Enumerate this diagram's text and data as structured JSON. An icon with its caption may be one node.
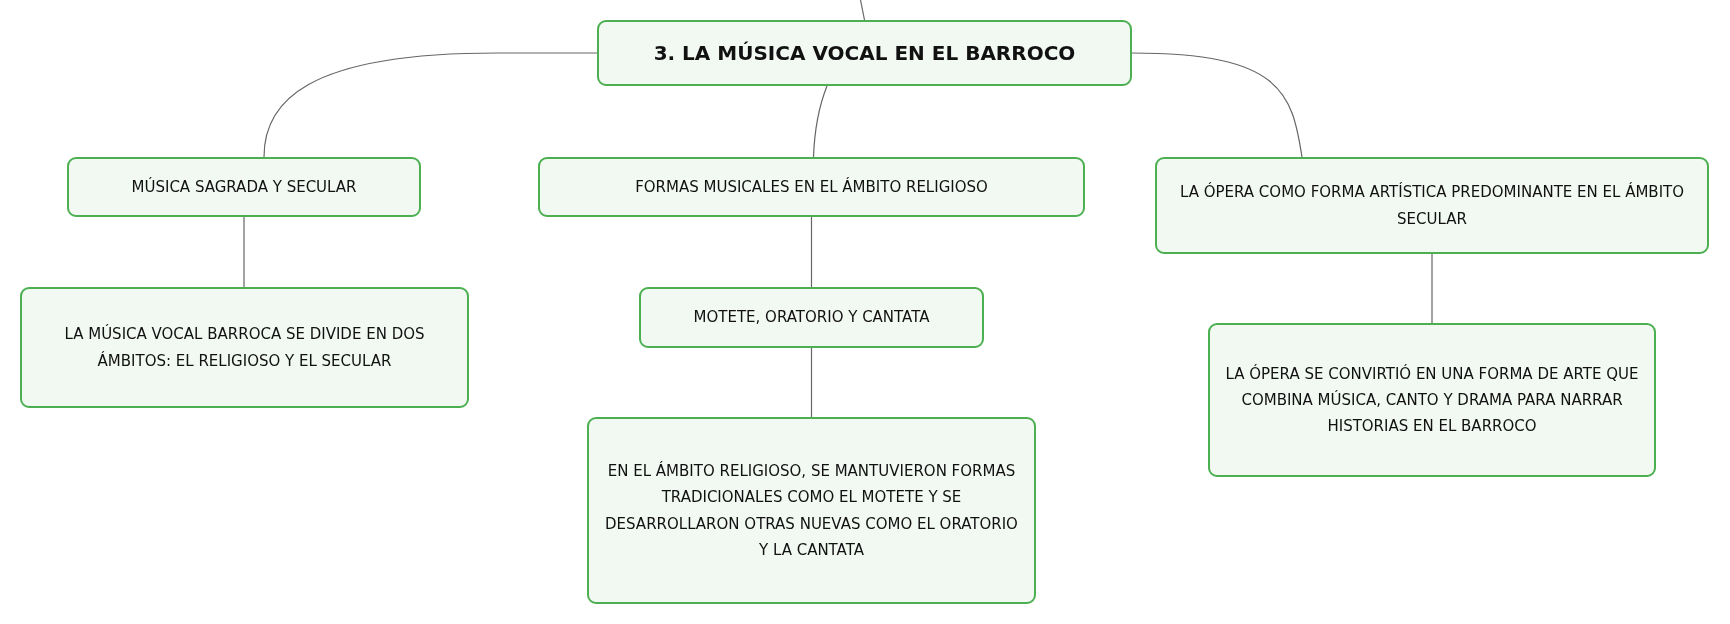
{
  "diagram": {
    "nodes": [
      {
        "text": [
          "3. LA MÚSICA VOCAL EN EL BARROCO"
        ]
      },
      {
        "text": [
          "MÚSICA SAGRADA Y SECULAR"
        ]
      },
      {
        "text": [
          "FORMAS MUSICALES EN EL ÁMBITO RELIGIOSO"
        ]
      },
      {
        "text": [
          "LA ÓPERA COMO FORMA ARTÍSTICA PREDOMINANTE EN EL ÁMBITO SECULAR"
        ]
      },
      {
        "text": [
          "LA MÚSICA VOCAL BARROCA SE DIVIDE EN DOS ÁMBITOS: EL RELIGIOSO Y EL SECULAR"
        ]
      },
      {
        "text": [
          "MOTETE, ORATORIO Y CANTATA"
        ]
      },
      {
        "text": [
          "EN EL ÁMBITO RELIGIOSO, SE MANTUVIERON FORMAS TRADICIONALES COMO EL MOTETE Y SE DESARROLLARON OTRAS NUEVAS COMO EL ORATORIO Y LA CANTATA"
        ]
      },
      {
        "text": [
          "LA ÓPERA SE CONVIRTIÓ EN UNA FORMA DE ARTE QUE COMBINA MÚSICA, CANTO Y DRAMA PARA NARRAR HISTORIAS EN EL BARROCO"
        ]
      }
    ],
    "edges": [
      {
        "from": null,
        "to": 0,
        "arrow": "none"
      },
      {
        "from": 0,
        "to": 1,
        "arrow": "none"
      },
      {
        "from": 0,
        "to": 2,
        "arrow": "none"
      },
      {
        "from": 0,
        "to": 3,
        "arrow": "none"
      },
      {
        "from": 1,
        "to": 4,
        "arrow": "none"
      },
      {
        "from": 2,
        "to": 5,
        "arrow": "none"
      },
      {
        "from": 5,
        "to": 6,
        "arrow": "none"
      },
      {
        "from": 3,
        "to": 7,
        "arrow": "none"
      }
    ]
  }
}
